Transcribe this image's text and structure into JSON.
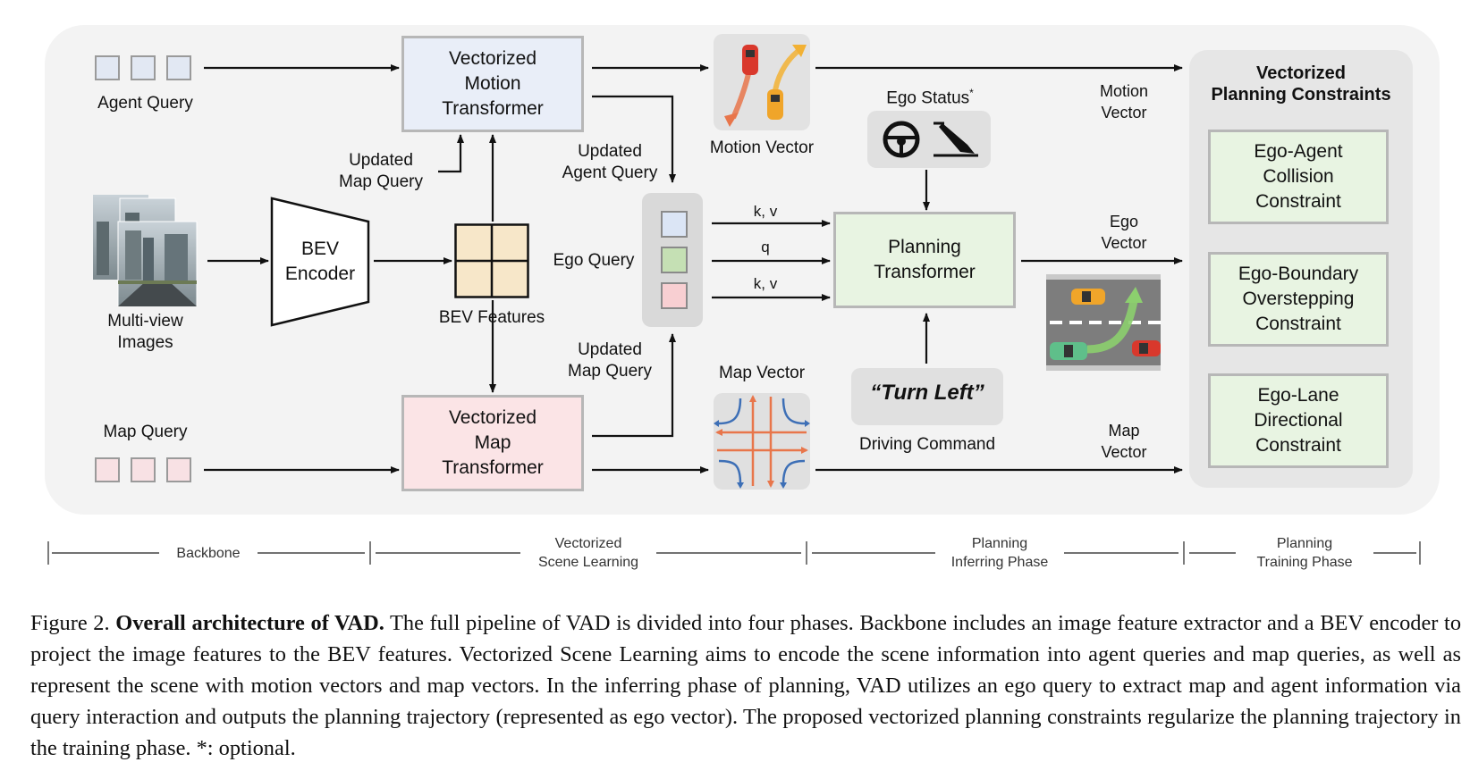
{
  "labels": {
    "agent_query": "Agent Query",
    "map_query": "Map Query",
    "multiview_images": "Multi-view\nImages",
    "bev_encoder": "BEV\nEncoder",
    "bev_features": "BEV Features",
    "updated_map_query_top": "Updated\nMap Query",
    "updated_agent_query": "Updated\nAgent Query",
    "updated_map_query_bottom": "Updated\nMap Query",
    "ego_query": "Ego Query",
    "motion_vector_icon_label": "Motion Vector",
    "map_vector_icon_label": "Map Vector",
    "kv_top": "k, v",
    "q": "q",
    "kv_bottom": "k, v",
    "ego_status": "Ego Status",
    "ego_status_star": "*",
    "turn_left": "“Turn Left”",
    "driving_command": "Driving Command",
    "motion_vector_out": "Motion\nVector",
    "ego_vector_out": "Ego\nVector",
    "map_vector_out": "Map\nVector"
  },
  "blocks": {
    "motion_transformer": "Vectorized\nMotion\nTransformer",
    "map_transformer": "Vectorized\nMap\nTransformer",
    "planning_transformer": "Planning\nTransformer"
  },
  "constraints": {
    "title": "Vectorized\nPlanning Constraints",
    "items": [
      "Ego-Agent\nCollision\nConstraint",
      "Ego-Boundary\nOverstepping\nConstraint",
      "Ego-Lane\nDirectional\nConstraint"
    ]
  },
  "phases": [
    "Backbone",
    "Vectorized\nScene Learning",
    "Planning\nInferring Phase",
    "Planning\nTraining Phase"
  ],
  "caption": {
    "prefix": "Figure 2. ",
    "bold": "Overall architecture of VAD.",
    "body": " The full pipeline of VAD is divided into four phases. Backbone includes an image feature extractor and a BEV encoder to project the image features to the BEV features. Vectorized Scene Learning aims to encode the scene information into agent queries and map queries, as well as represent the scene with motion vectors and map vectors. In the inferring phase of planning, VAD utilizes an ego query to extract map and agent information via query interaction and outputs the planning trajectory (represented as ego vector). The proposed vectorized planning constraints regularize the planning trajectory in the training phase. *: optional."
  },
  "colors": {
    "agent_blue": "#e2e8f3",
    "map_pink": "#f8e1e4",
    "planning_green": "#e8f4e2",
    "bev_feature": "#f7e7c9",
    "ego_blue": "#dbe5f5",
    "ego_green": "#c5e0b4",
    "ego_pink": "#f8cfd2",
    "arrow_orange": "#e8764b",
    "arrow_blue": "#3d6fb6"
  },
  "icons": [
    "steering-wheel-icon",
    "pedal-icon",
    "car-icon",
    "road-scene-icon",
    "camera-images-icon"
  ]
}
